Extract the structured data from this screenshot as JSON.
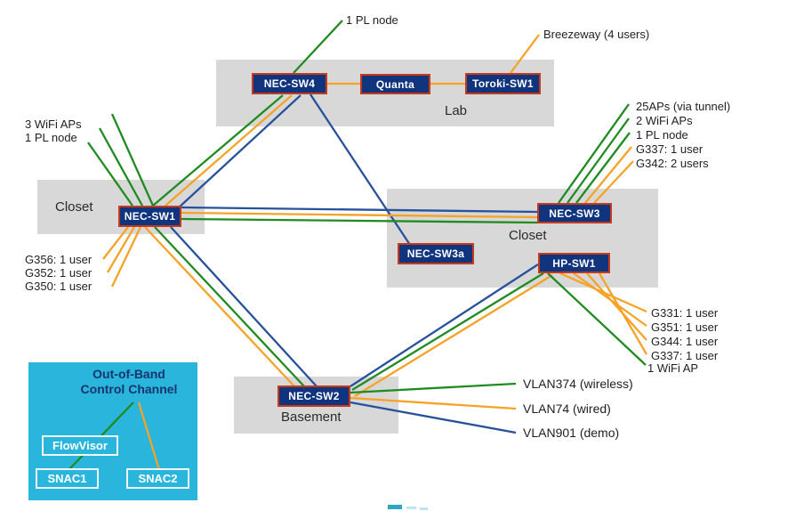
{
  "colors": {
    "vlan374_wireless_green": "#1f8b20",
    "vlan74_wired_orange": "#f6a227",
    "vlan901_demo_blue": "#28519c",
    "node_fill": "#10347e",
    "node_border": "#c43a1b",
    "region_fill": "#d8d8d8",
    "control_channel_fill": "#29b5dc"
  },
  "regions": {
    "lab": "Lab",
    "closet_left": "Closet",
    "closet_right": "Closet",
    "basement": "Basement"
  },
  "nodes": {
    "nec_sw4": "NEC-SW4",
    "quanta": "Quanta",
    "toroki_sw1": "Toroki-SW1",
    "nec_sw1": "NEC-SW1",
    "nec_sw3": "NEC-SW3",
    "nec_sw3a": "NEC-SW3a",
    "hp_sw1": "HP-SW1",
    "nec_sw2": "NEC-SW2",
    "flowvisor": "FlowVisor",
    "snac1": "SNAC1",
    "snac2": "SNAC2"
  },
  "labels": {
    "pl_node_top": "1 PL node",
    "breezeway": "Breezeway (4 users)",
    "left_top_1": "3 WiFi APs",
    "left_top_2": "1 PL node",
    "left_g356": "G356: 1 user",
    "left_g352": "G352: 1 user",
    "left_g350": "G350: 1 user",
    "right_top_1": "25APs (via tunnel)",
    "right_top_2": "2 WiFi APs",
    "right_top_3": "1 PL node",
    "right_top_4": "G337: 1 user",
    "right_top_5": "G342: 2 users",
    "right_bot_1": "G331: 1 user",
    "right_bot_2": "G351: 1 user",
    "right_bot_3": "G344: 1 user",
    "right_bot_4": "G337: 1 user",
    "right_bot_5": "1 WiFi AP",
    "vlan_green": "VLAN374 (wireless)",
    "vlan_orange": "VLAN74 (wired)",
    "vlan_blue": "VLAN901 (demo)"
  },
  "control_channel": {
    "line1": "Out-of-Band",
    "line2": "Control Channel"
  }
}
